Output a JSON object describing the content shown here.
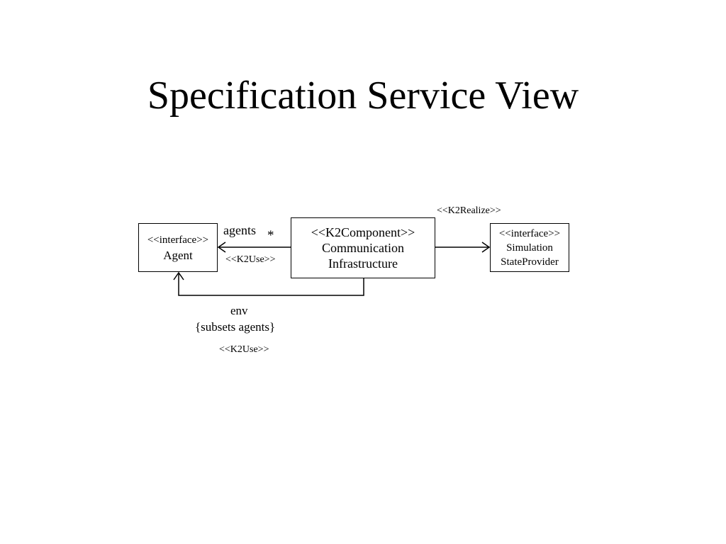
{
  "slide": {
    "title": "Specification Service View"
  },
  "diagram": {
    "components": {
      "agent": {
        "stereotype": "<<interface>>",
        "name": "Agent"
      },
      "communication": {
        "stereotype": "<<K2Component>>",
        "name_line1": "Communication",
        "name_line2": "Infrastructure"
      },
      "simulation": {
        "stereotype": "<<interface>>",
        "name_line1": "Simulation",
        "name_line2": "StateProvider"
      }
    },
    "relations": {
      "agents_use": {
        "role": "agents",
        "multiplicity": "*",
        "stereotype": "<<K2Use>>"
      },
      "env_use": {
        "role": "env",
        "constraint": "{subsets agents}",
        "stereotype": "<<K2Use>>"
      },
      "realize": {
        "stereotype": "<<K2Realize>>"
      }
    }
  }
}
